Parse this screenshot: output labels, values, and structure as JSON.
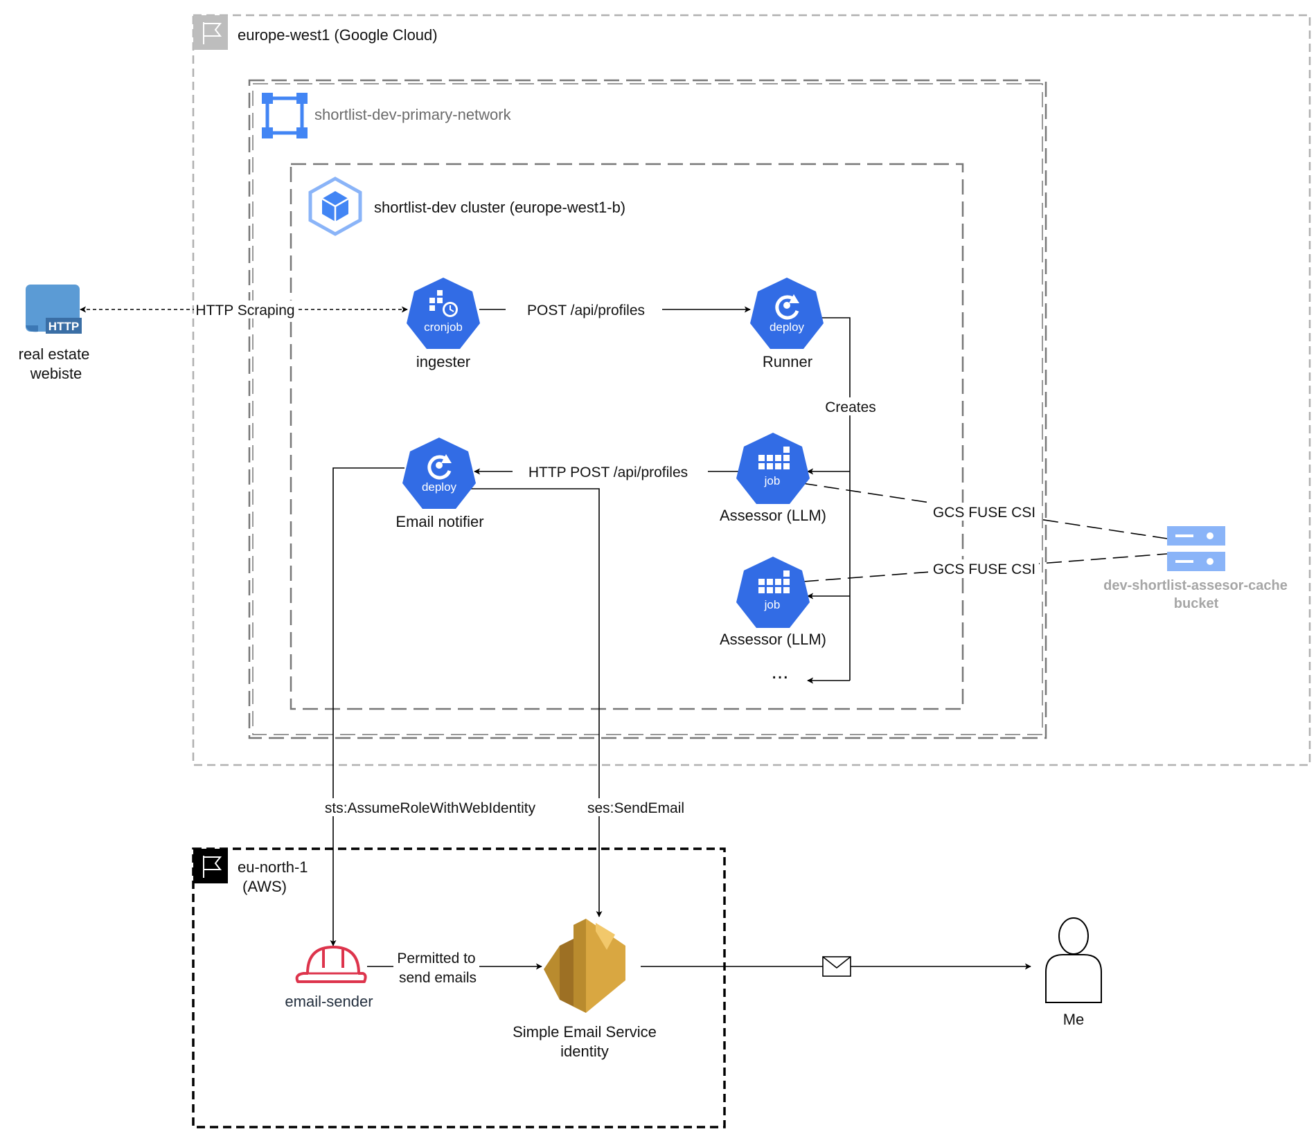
{
  "regions": {
    "gcp": {
      "label": "europe-west1 (Google Cloud)"
    },
    "network": {
      "label": "shortlist-dev-primary-network"
    },
    "cluster": {
      "label": "shortlist-dev cluster (europe-west1-b)"
    },
    "aws": {
      "label_line1": "eu-north-1",
      "label_line2": "(AWS)"
    }
  },
  "nodes": {
    "website": {
      "icon": "http-server-icon",
      "badge": "HTTP",
      "label_line1": "real estate",
      "label_line2": "webiste"
    },
    "ingester": {
      "icon": "k8s-cronjob-icon",
      "badge": "cronjob",
      "label": "ingester"
    },
    "runner": {
      "icon": "k8s-deploy-icon",
      "badge": "deploy",
      "label": "Runner"
    },
    "email_notifier": {
      "icon": "k8s-deploy-icon",
      "badge": "deploy",
      "label": "Email notifier"
    },
    "assessor_1": {
      "icon": "k8s-job-icon",
      "badge": "job",
      "label": "Assessor (LLM)"
    },
    "assessor_2": {
      "icon": "k8s-job-icon",
      "badge": "job",
      "label": "Assessor (LLM)"
    },
    "ellipsis": {
      "label": "..."
    },
    "bucket": {
      "icon": "gcs-bucket-icon",
      "label_line1": "dev-shortlist-assesor-cache",
      "label_line2": "bucket"
    },
    "email_sender": {
      "icon": "iam-role-helmet-icon",
      "label": "email-sender"
    },
    "ses": {
      "icon": "aws-ses-icon",
      "label_line1": "Simple Email Service",
      "label_line2": "identity"
    },
    "me": {
      "icon": "user-icon",
      "label": "Me"
    }
  },
  "edges": {
    "scraping": "HTTP Scraping",
    "post_profiles": "POST /api/profiles",
    "creates": "Creates",
    "http_post_profiles": "HTTP POST /api/profiles",
    "gcs_fuse_1": "GCS FUSE CSI",
    "gcs_fuse_2": "GCS FUSE CSI",
    "assume_role": "sts:AssumeRoleWithWebIdentity",
    "send_email": "ses:SendEmail",
    "permitted_line1": "Permitted to",
    "permitted_line2": "send emails"
  },
  "colors": {
    "k8s_blue": "#326CE5",
    "gcp_blue": "#4285F4",
    "bucket_blue": "#8AB4F8",
    "ses_gold": "#D9A741",
    "role_red": "#DD344C",
    "region_gray": "#AAAAAA"
  }
}
